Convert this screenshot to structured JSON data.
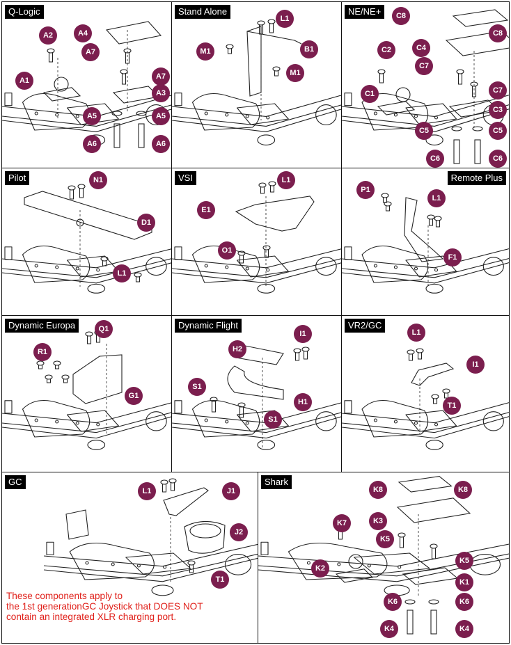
{
  "panels": [
    {
      "title": "Q-Logic",
      "title_side": "left",
      "callouts": [
        "A2",
        "A4",
        "A7",
        "A7",
        "A1",
        "A3",
        "A5",
        "A5",
        "A6",
        "A6"
      ]
    },
    {
      "title": "Stand Alone",
      "title_side": "left",
      "callouts": [
        "L1",
        "M1",
        "B1",
        "M1"
      ]
    },
    {
      "title": "NE/NE+",
      "title_side": "left",
      "callouts": [
        "C8",
        "C8",
        "C2",
        "C4",
        "C7",
        "C1",
        "C7",
        "C3",
        "C5",
        "C5",
        "C6",
        "C6"
      ]
    },
    {
      "title": "Pilot",
      "title_side": "left",
      "callouts": [
        "N1",
        "D1",
        "L1"
      ]
    },
    {
      "title": "VSI",
      "title_side": "left",
      "callouts": [
        "L1",
        "E1",
        "O1"
      ]
    },
    {
      "title": "Remote Plus",
      "title_side": "right",
      "callouts": [
        "P1",
        "L1",
        "F1"
      ]
    },
    {
      "title": "Dynamic Europa",
      "title_side": "left",
      "callouts": [
        "Q1",
        "R1",
        "G1"
      ]
    },
    {
      "title": "Dynamic Flight",
      "title_side": "left",
      "callouts": [
        "I1",
        "H2",
        "S1",
        "H1",
        "S1"
      ]
    },
    {
      "title": "VR2/GC",
      "title_side": "left",
      "callouts": [
        "L1",
        "I1",
        "T1"
      ]
    },
    {
      "title": "GC",
      "title_side": "left",
      "callouts": [
        "L1",
        "J1",
        "J2",
        "T1"
      ]
    },
    {
      "title": "Shark",
      "title_side": "left",
      "callouts": [
        "K8",
        "K8",
        "K3",
        "K7",
        "K5",
        "K5",
        "K2",
        "K1",
        "K6",
        "K6",
        "K4",
        "K4"
      ]
    }
  ],
  "note_lines": [
    "These components apply to",
    "the 1st generationGC Joystick that DOES NOT",
    "contain an integrated XLR charging port."
  ],
  "colors": {
    "callout_fill": "#7b1e4e",
    "note_text": "#e0201a",
    "title_background": "#000000",
    "line_art": "#222222"
  }
}
